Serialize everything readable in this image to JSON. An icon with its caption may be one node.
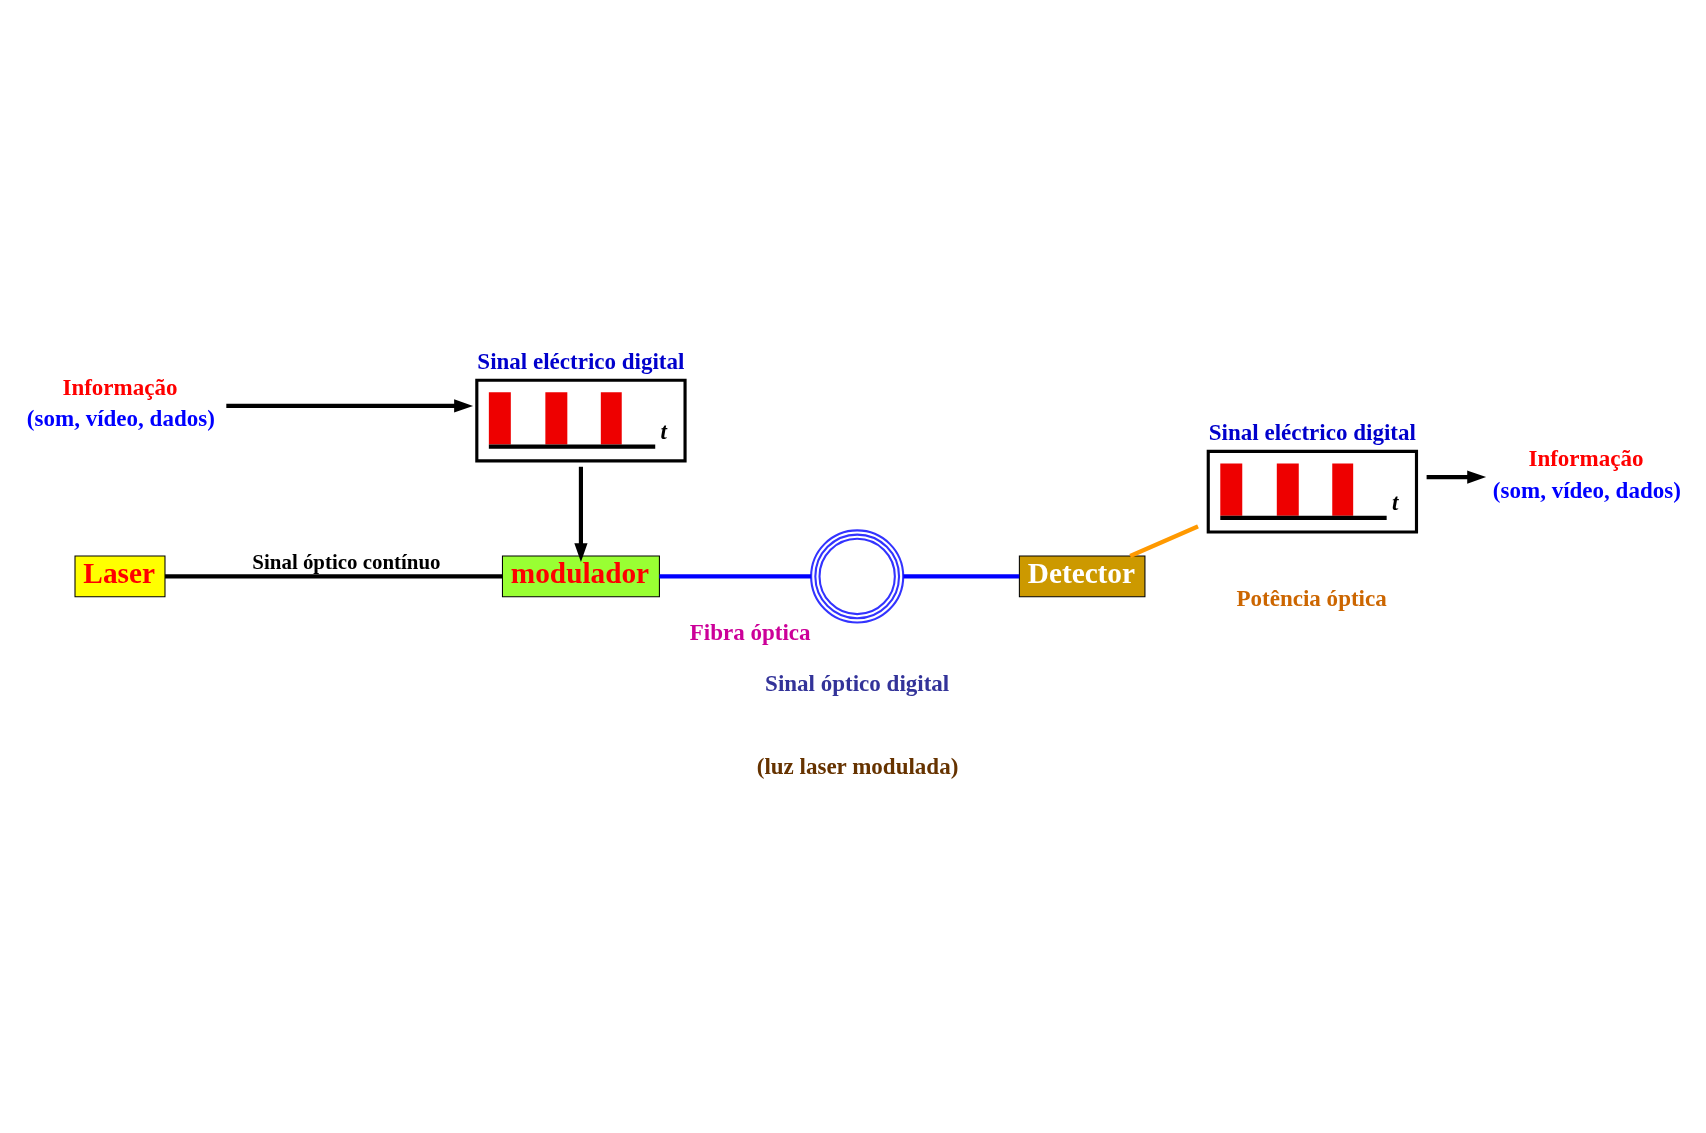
{
  "diagram": {
    "nodes": [
      {
        "text": [
          "Informação",
          "(som, vídeo, dados)"
        ]
      },
      {
        "text": [
          "Sinal eléctrico digital",
          "t"
        ]
      },
      {
        "text": [
          "Laser"
        ]
      },
      {
        "text": [
          "modulador"
        ]
      },
      {
        "text": [],
        "shape": "circle",
        "beside": [
          "Fibra óptica"
        ]
      },
      {
        "text": [
          "Detector"
        ]
      },
      {
        "text": [
          "Sinal eléctrico digital",
          "t"
        ]
      },
      {
        "text": [
          "Informação",
          "(som, vídeo, dados)"
        ]
      }
    ],
    "edges": [
      {
        "from": 0,
        "to": 1,
        "arrow": "to"
      },
      {
        "from": 1,
        "to": 3,
        "arrow": "to"
      },
      {
        "from": 2,
        "to": 3,
        "arrow": "none",
        "label": "Sinal óptico contínuo"
      },
      {
        "from": 3,
        "to": 4,
        "arrow": "none",
        "color": "#0000ff"
      },
      {
        "from": 4,
        "to": 5,
        "arrow": "none",
        "color": "#0000ff"
      },
      {
        "from": 5,
        "to": 6,
        "arrow": "none",
        "color": "#ff9900"
      },
      {
        "from": 6,
        "to": 7,
        "arrow": "to"
      }
    ],
    "labels": [
      "Sinal óptico digital",
      "(luz laser modulada)",
      "Potência óptica"
    ]
  }
}
